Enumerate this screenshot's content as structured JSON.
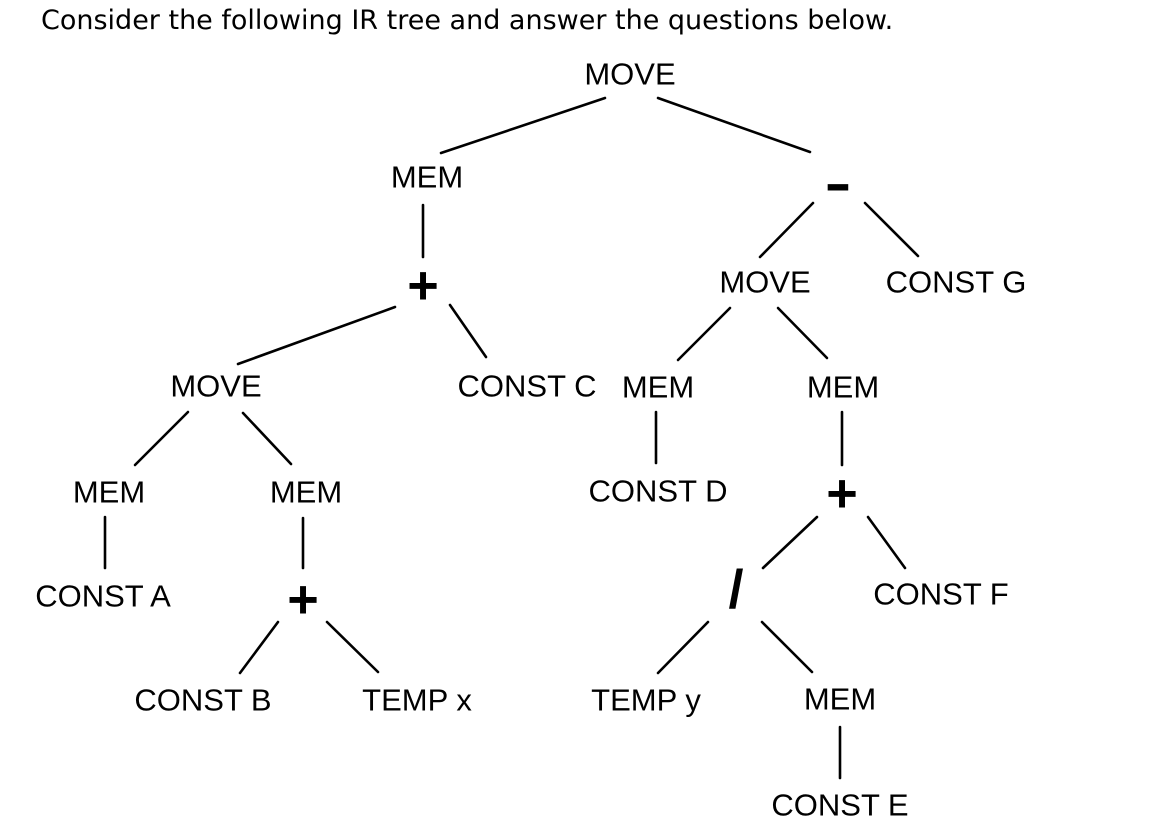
{
  "title": "Consider the following IR tree and answer the questions below.",
  "diagram": {
    "type": "ir-tree",
    "nodes": {
      "root_move": "MOVE",
      "l1_mem": "MEM",
      "r1_minus": "-",
      "l2_plus": "+",
      "l3_move": "MOVE",
      "l3_const_c": "CONST C",
      "l4_mem_left": "MEM",
      "l4_mem_right": "MEM",
      "l5_const_a": "CONST A",
      "l5_plus": "+",
      "l6_const_b": "CONST B",
      "l6_temp_x": "TEMP x",
      "r2_move": "MOVE",
      "r2_const_g": "CONST G",
      "r3_mem_left": "MEM",
      "r3_mem_right": "MEM",
      "r4_const_d": "CONST D",
      "r4_plus": "+",
      "r5_div": "/",
      "r5_const_f": "CONST F",
      "r6_temp_y": "TEMP y",
      "r6_mem": "MEM",
      "r7_const_e": "CONST E"
    },
    "edges": [
      [
        "root_move",
        "l1_mem"
      ],
      [
        "root_move",
        "r1_minus"
      ],
      [
        "l1_mem",
        "l2_plus"
      ],
      [
        "l2_plus",
        "l3_move"
      ],
      [
        "l2_plus",
        "l3_const_c"
      ],
      [
        "l3_move",
        "l4_mem_left"
      ],
      [
        "l3_move",
        "l4_mem_right"
      ],
      [
        "l4_mem_left",
        "l5_const_a"
      ],
      [
        "l4_mem_right",
        "l5_plus"
      ],
      [
        "l5_plus",
        "l6_const_b"
      ],
      [
        "l5_plus",
        "l6_temp_x"
      ],
      [
        "r1_minus",
        "r2_move"
      ],
      [
        "r1_minus",
        "r2_const_g"
      ],
      [
        "r2_move",
        "r3_mem_left"
      ],
      [
        "r2_move",
        "r3_mem_right"
      ],
      [
        "r3_mem_left",
        "r4_const_d"
      ],
      [
        "r3_mem_right",
        "r4_plus"
      ],
      [
        "r4_plus",
        "r5_div"
      ],
      [
        "r4_plus",
        "r5_const_f"
      ],
      [
        "r5_div",
        "r6_temp_y"
      ],
      [
        "r5_div",
        "r6_mem"
      ],
      [
        "r6_mem",
        "r7_const_e"
      ]
    ],
    "colors": {
      "text": "#000000",
      "background": "#ffffff",
      "edge": "#000000"
    }
  }
}
